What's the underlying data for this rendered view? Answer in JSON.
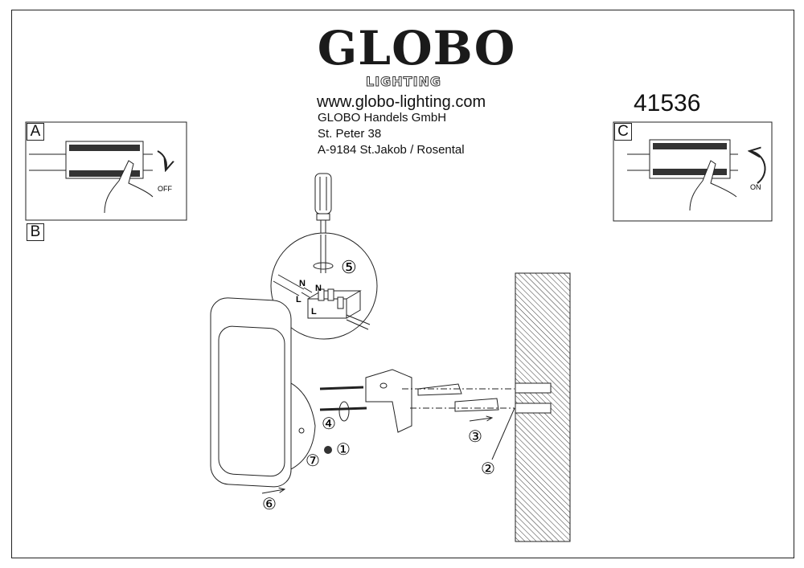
{
  "header": {
    "logo": "GLOBO",
    "logo_sub": "LIGHTING",
    "website": "www.globo-lighting.com",
    "company": "GLOBO Handels GmbH",
    "street": "St. Peter 38",
    "city": "A-9184 St.Jakob / Rosental",
    "model_number": "41536"
  },
  "panels": {
    "a": {
      "label": "A",
      "switch_text": "OFF"
    },
    "b": {
      "label": "B"
    },
    "c": {
      "label": "C",
      "switch_text": "ON"
    }
  },
  "wiring": {
    "cable_n": "N",
    "cable_l": "L",
    "terminal_n": "N",
    "terminal_l": "L"
  },
  "steps": {
    "s1": "①",
    "s2": "②",
    "s3": "③",
    "s4": "④",
    "s5": "⑤",
    "s6": "⑥",
    "s7": "⑦"
  }
}
